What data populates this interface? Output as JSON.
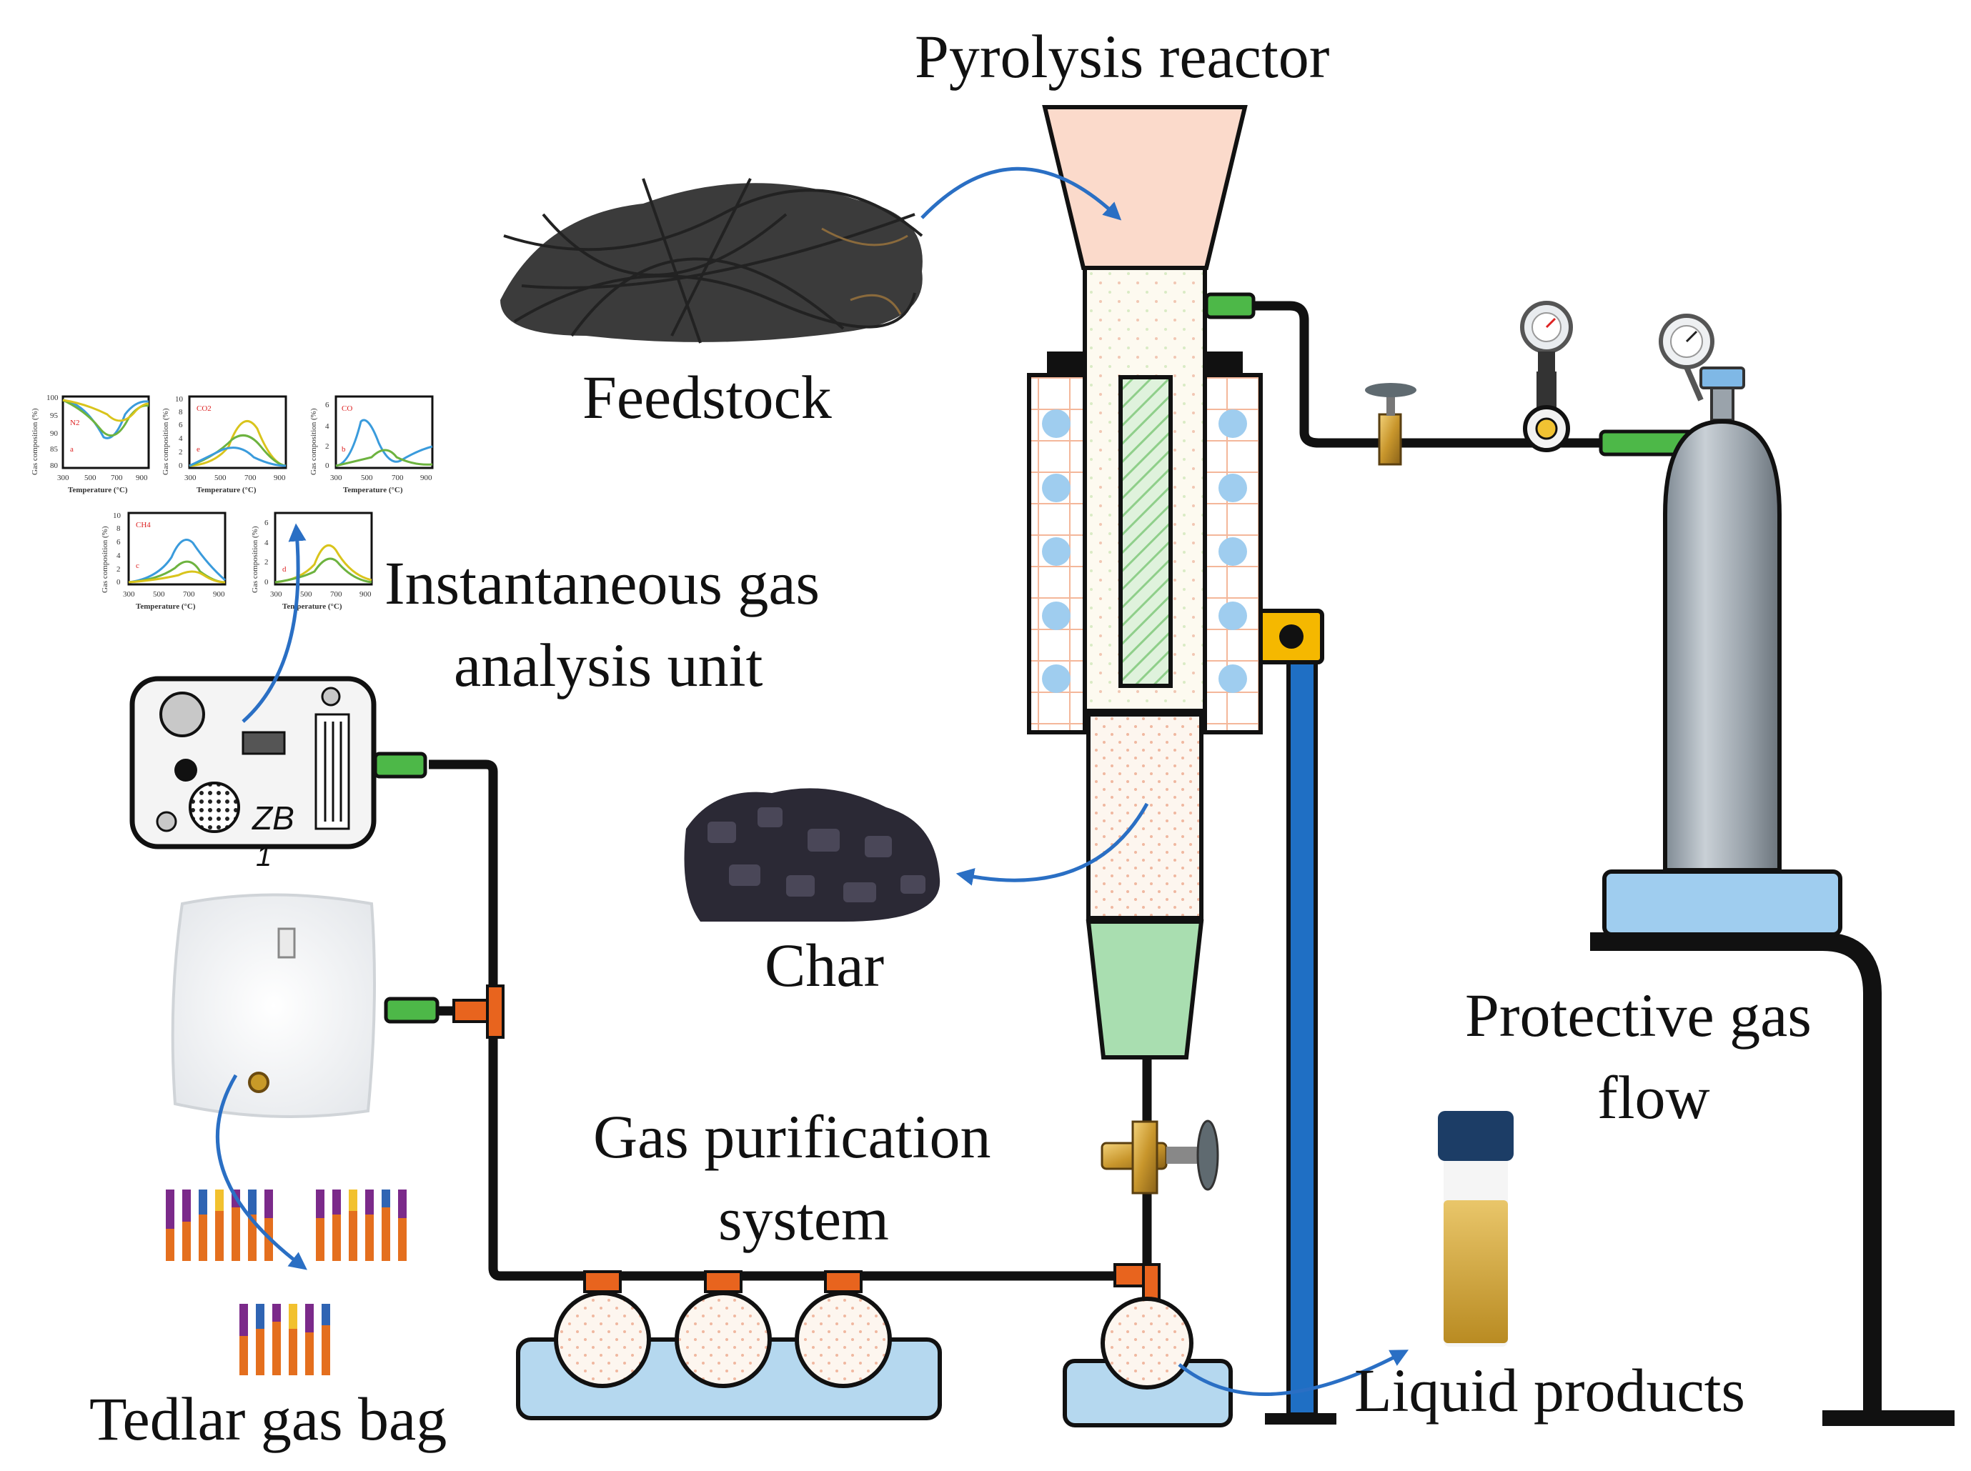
{
  "labels": {
    "pyrolysis_reactor": "Pyrolysis reactor",
    "feedstock": "Feedstock",
    "instantaneous_line1": "Instantaneous gas",
    "instantaneous_line2": "analysis unit",
    "char": "Char",
    "protective_line1": "Protective gas",
    "protective_line2": "flow",
    "gas_purification_line1": "Gas purification",
    "gas_purification_line2": "system",
    "liquid_products": "Liquid products",
    "tedlar_gas_bag": "Tedlar gas bag",
    "analyzer_tag": "ZB",
    "analyzer_tag_num": "1"
  },
  "mini_charts": [
    {
      "series": "N2",
      "letter": "a",
      "y_ticks": [
        "100",
        "95",
        "90",
        "85",
        "80"
      ]
    },
    {
      "series": "CO2",
      "letter": "e",
      "y_ticks": [
        "10",
        "8",
        "6",
        "4",
        "2",
        "0"
      ]
    },
    {
      "series": "CO",
      "letter": "b",
      "y_ticks": [
        "6",
        "4",
        "2",
        "0"
      ]
    },
    {
      "series": "CH4",
      "letter": "c",
      "y_ticks": [
        "10",
        "8",
        "6",
        "4",
        "2",
        "0"
      ]
    },
    {
      "series": "",
      "letter": "d",
      "y_ticks": [
        "6",
        "4",
        "2",
        "0"
      ]
    }
  ],
  "mini_chart_common": {
    "x_label": "Temperature (°C)",
    "y_label": "Gas composition (%)",
    "x_ticks": [
      "300",
      "500",
      "700",
      "900"
    ]
  },
  "colors": {
    "hopper": "#fbdacb",
    "reactor_fill": "#fdfaf0",
    "furnace_grid": "#f4b79a",
    "heater_dot": "#9fcdef",
    "green_zone": "#a9deb0",
    "pipe": "#111111",
    "green_connector": "#4db848",
    "orange_connector": "#e8641e",
    "support_pole": "#1f6fc4",
    "support_clamp": "#f5b800",
    "cylinder_base": "#9fcdef",
    "arrow": "#2a6fc4",
    "bath": "#b5d8ef"
  }
}
